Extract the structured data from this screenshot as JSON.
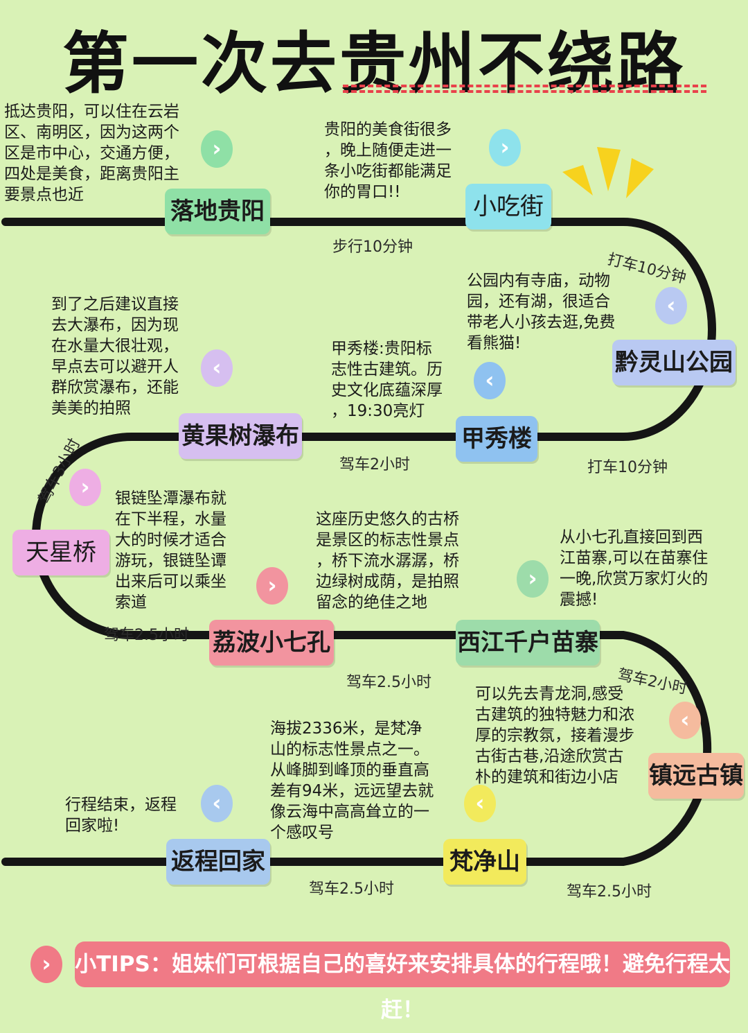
{
  "title": "第一次去贵州不绕路",
  "stops": [
    {
      "name": "落地贵阳",
      "color": "#8fe0a6",
      "desc": "抵达贵阳，可以住在云岩\n区、南明区，因为这两个\n区是市中心，交通方便，\n四处是美食，距离贵阳主\n要景点也近"
    },
    {
      "name": "小吃街",
      "color": "#8ee2ec",
      "desc": "贵阳的美食街很多\n，晚上随便走进一\n条小吃街都能满足\n你的胃口!!"
    },
    {
      "name": "黔灵山公园",
      "color": "#b9c9f2",
      "desc": "公园内有寺庙，动物\n园，还有湖，很适合\n带老人小孩去逛,免费\n看熊猫!"
    },
    {
      "name": "甲秀楼",
      "color": "#8fc2f0",
      "desc": "甲秀楼:贵阳标\n志性古建筑。历\n史文化底蕴深厚\n，19:30亮灯"
    },
    {
      "name": "黄果树瀑布",
      "color": "#d6bff0",
      "desc": "到了之后建议直接\n去大瀑布，因为现\n在水量大很壮观，\n早点去可以避开人\n群欣赏瀑布，还能\n美美的拍照"
    },
    {
      "name": "天星桥",
      "color": "#eeaee4",
      "desc": "银链坠潭瀑布就\n在下半程，水量\n大的时候才适合\n游玩，银链坠谭\n出来后可以乘坐\n索道"
    },
    {
      "name": "荔波小七孔",
      "color": "#f2949f",
      "desc": "这座历史悠久的古桥\n是景区的标志性景点\n，桥下流水潺潺，桥\n边绿树成荫，是拍照\n留念的绝佳之地"
    },
    {
      "name": "西江千户苗寨",
      "color": "#9ddcaa",
      "desc": "从小七孔直接回到西\n江苗寨,可以在苗寨住\n一晚,欣赏万家灯火的\n震撼!"
    },
    {
      "name": "镇远古镇",
      "color": "#f5bb9e",
      "desc": "可以先去青龙洞,感受\n古建筑的独特魅力和浓\n厚的宗教氛，接着漫步\n古街古巷,沿途欣赏古\n朴的建筑和街边小店"
    },
    {
      "name": "梵净山",
      "color": "#f2ea5c",
      "desc": "海拔2336米，是梵净\n山的标志性景点之一。\n从峰脚到峰顶的垂直高\n差有94米，远远望去就\n像云海中高高耸立的一\n个感叹号"
    },
    {
      "name": "返程回家",
      "color": "#a8c9ee",
      "desc": "行程结束，返程\n回家啦!"
    }
  ],
  "segments": [
    "步行10分钟",
    "打车10分钟",
    "打车10分钟",
    "驾车2小时",
    "驾车3小时",
    "驾车2.5小时",
    "驾车2.5小时",
    "驾车2小时",
    "驾车2.5小时",
    "驾车2.5小时"
  ],
  "tips": "小TIPS：姐妹们可根据自己的喜好来安排具体的行程哦！避免行程太赶！",
  "icons": {
    "chevron": "chevron-icon",
    "burst": "sparkle-burst-icon"
  }
}
